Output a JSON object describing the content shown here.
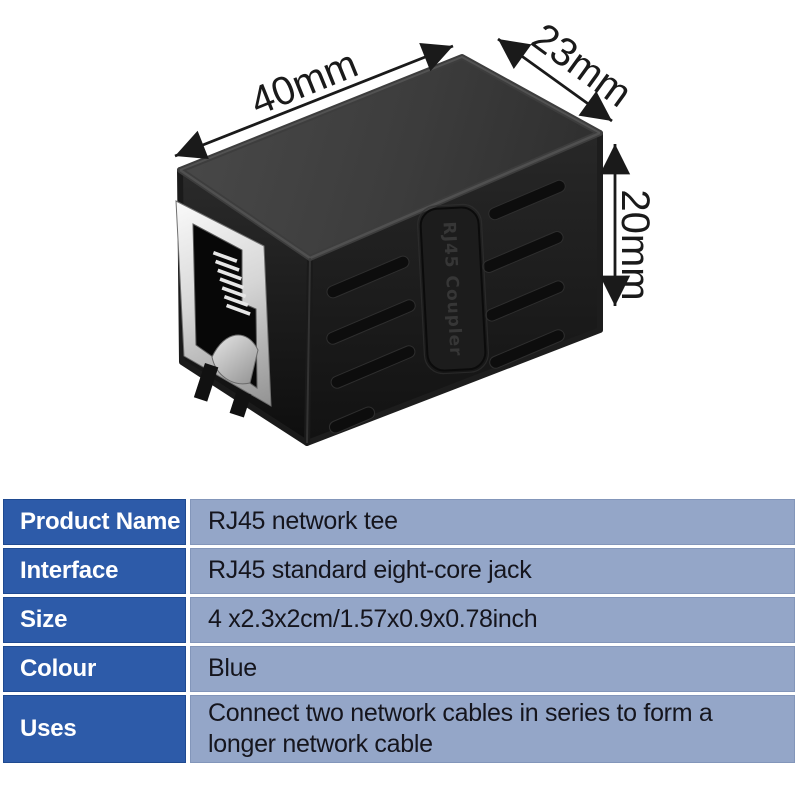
{
  "product": {
    "embossed_label": "RJ45 Coupler",
    "dimension_labels": {
      "length": "40mm",
      "depth": "23mm",
      "height": "20mm"
    },
    "annotation_color": "#1a1a1a"
  },
  "spec_table": {
    "rows": [
      {
        "label": "Product Name",
        "value": "RJ45 network tee"
      },
      {
        "label": "Interface",
        "value": "RJ45 standard eight-core jack"
      },
      {
        "label": "Size",
        "value": "4 x2.3x2cm/1.57x0.9x0.78inch"
      },
      {
        "label": "Colour",
        "value": "Blue"
      },
      {
        "label": "Uses",
        "value": "Connect two network cables in series to form a longer network cable"
      }
    ],
    "colors": {
      "header_bg": "#2d5ba9",
      "header_text": "#ffffff",
      "value_bg": "#94a6c8",
      "value_text": "#15151d"
    }
  }
}
